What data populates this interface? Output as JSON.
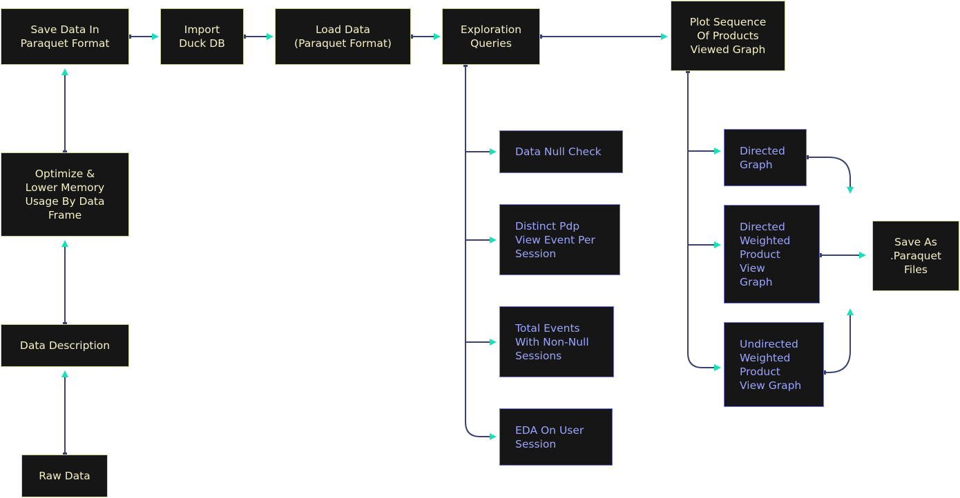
{
  "colors": {
    "box_fill": "#161616",
    "yellow_border": "#cfd59a",
    "yellow_text": "#f4f1c4",
    "blue_border": "#6f78d9",
    "blue_text": "#9aa4ff",
    "connector": "#3a4170",
    "arrowhead": "#19e0b7"
  },
  "nodes": {
    "save_parquet": [
      "Save Data In",
      "Paraquet Format"
    ],
    "import_duckdb": [
      "Import",
      "Duck DB"
    ],
    "load_data": [
      "Load Data",
      "(Paraquet Format)"
    ],
    "exploration": [
      "Exploration",
      "Queries"
    ],
    "plot_sequence": [
      "Plot Sequence",
      "Of Products",
      "Viewed Graph"
    ],
    "optimize": [
      "Optimize &",
      "Lower Memory",
      "Usage By Data",
      "Frame"
    ],
    "data_description": [
      "Data Description"
    ],
    "raw_data": [
      "Raw Data"
    ],
    "null_check": [
      "Data Null Check"
    ],
    "distinct_pdp": [
      "Distinct Pdp",
      "View Event Per",
      "Session"
    ],
    "total_events": [
      "Total Events",
      "With Non-Null",
      "Sessions"
    ],
    "eda_session": [
      "EDA On User",
      "Session"
    ],
    "directed_graph": [
      "Directed",
      "Graph"
    ],
    "directed_weighted": [
      "Directed",
      "Weighted",
      "Product",
      "View",
      "Graph"
    ],
    "undirected_weighted": [
      "Undirected",
      "Weighted",
      "Product",
      "View Graph"
    ],
    "save_files": [
      "Save As",
      ".Paraquet",
      "Files"
    ]
  }
}
